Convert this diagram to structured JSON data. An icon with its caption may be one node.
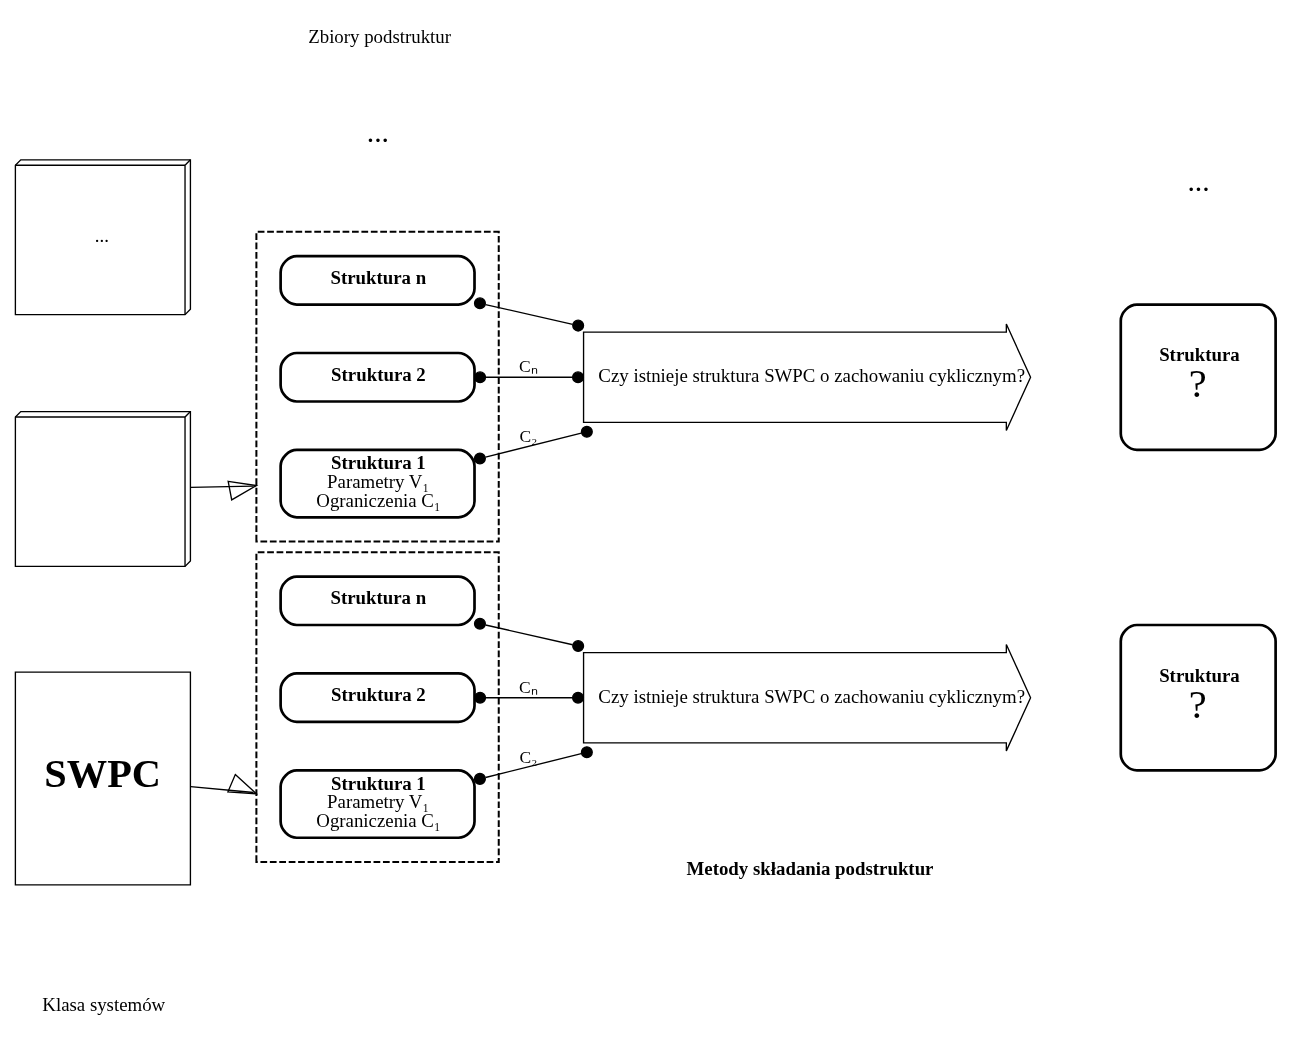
{
  "diagram": {
    "nodes": [
      {
        "text": [
          "..."
        ]
      },
      {
        "text": [],
        "shape": "box"
      },
      {
        "text": [
          "SWPC"
        ]
      },
      {
        "text": [],
        "shape": "box"
      },
      {
        "text": [
          "Struktura n"
        ],
        "in": 3
      },
      {
        "text": [
          "Struktura 2"
        ],
        "in": 3
      },
      {
        "text": [
          "Struktura 1",
          "Parametry V₁",
          "Ograniczenia C₁"
        ],
        "in": 3
      },
      {
        "text": [
          "Czy istnieje struktura SWPC o zachowaniu cyklicznym?"
        ]
      },
      {
        "text": [
          "Struktura",
          "?"
        ]
      },
      {
        "text": [],
        "shape": "box"
      },
      {
        "text": [
          "Struktura n"
        ],
        "in": 9
      },
      {
        "text": [
          "Struktura 2"
        ],
        "in": 9
      },
      {
        "text": [
          "Struktura 1",
          "Parametry V₁",
          "Ograniczenia C₁"
        ],
        "in": 9
      },
      {
        "text": [
          "Czy istnieje struktura SWPC o zachowaniu cyklicznym?"
        ]
      },
      {
        "text": [
          "Struktura",
          "?"
        ]
      }
    ],
    "edges": [
      {
        "from": 1,
        "to": 3,
        "arrow": "to"
      },
      {
        "from": 2,
        "to": 9,
        "arrow": "to"
      },
      {
        "from": 4,
        "to": 7,
        "arrow": "other"
      },
      {
        "from": 5,
        "to": 7,
        "arrow": "other",
        "label": "Cₙ"
      },
      {
        "from": 6,
        "to": 7,
        "arrow": "other",
        "label": "C₂"
      },
      {
        "from": 10,
        "to": 13,
        "arrow": "other"
      },
      {
        "from": 11,
        "to": 13,
        "arrow": "other",
        "label": "Cₙ"
      },
      {
        "from": 12,
        "to": 13,
        "arrow": "other",
        "label": "C₂"
      }
    ],
    "labels": [
      "...",
      "...",
      "Klasa systemów",
      "Zbiory podstruktur",
      "Metody składania podstruktur"
    ]
  }
}
